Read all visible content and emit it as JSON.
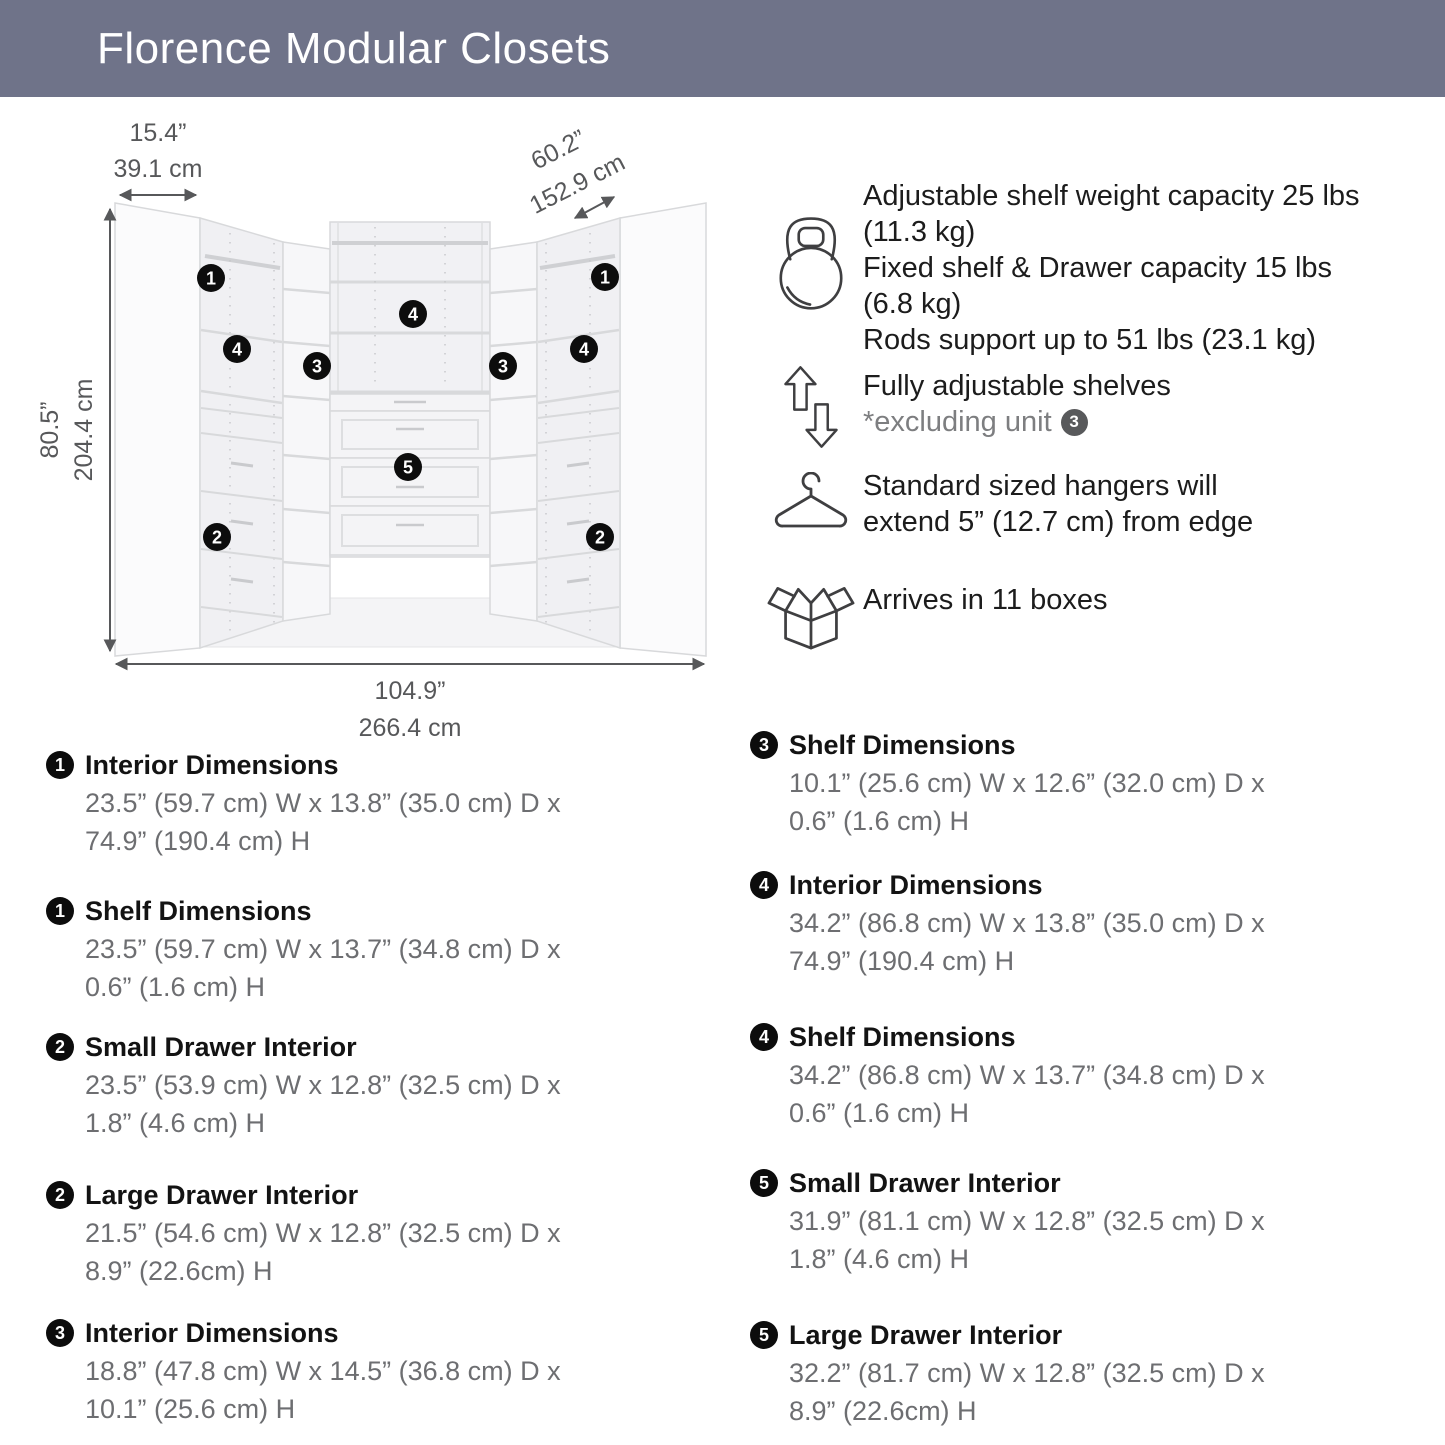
{
  "header": {
    "title": "Florence Modular Closets"
  },
  "diagram": {
    "dims": {
      "top_left_in": "15.4”",
      "top_left_cm": "39.1 cm",
      "top_right_in": "60.2”",
      "top_right_cm": "152.9 cm",
      "left_in": "80.5”",
      "left_cm": "204.4 cm",
      "bottom_in": "104.9”",
      "bottom_cm": "266.4 cm"
    },
    "callouts": {
      "one": "1",
      "two": "2",
      "three": "3",
      "four": "4",
      "five": "5"
    }
  },
  "features": [
    {
      "icon": "kettlebell-icon",
      "line1": "Adjustable shelf weight capacity 25 lbs (11.3 kg)",
      "line2": "Fixed shelf & Drawer capacity 15 lbs (6.8 kg)",
      "line3": "Rods support up to 51 lbs (23.1 kg)"
    },
    {
      "icon": "adjustable-shelves-icon",
      "line1": "Fully adjustable shelves",
      "note": "*excluding unit",
      "note_badge": "3"
    },
    {
      "icon": "hanger-icon",
      "line1": "Standard sized hangers will extend 5” (12.7 cm) from edge"
    },
    {
      "icon": "shipping-box-icon",
      "line1": "Arrives in 11 boxes"
    }
  ],
  "specs": {
    "left": [
      {
        "badge": "1",
        "title": "Interior Dimensions",
        "line1": "23.5” (59.7 cm) W x 13.8” (35.0 cm) D x",
        "line2": "74.9” (190.4 cm) H"
      },
      {
        "badge": "1",
        "title": "Shelf Dimensions",
        "line1": "23.5” (59.7 cm) W x 13.7” (34.8 cm) D x",
        "line2": "0.6” (1.6 cm) H"
      },
      {
        "badge": "2",
        "title": "Small Drawer Interior",
        "line1": "23.5” (53.9 cm) W x 12.8” (32.5 cm) D x",
        "line2": "1.8” (4.6 cm) H"
      },
      {
        "badge": "2",
        "title": "Large Drawer Interior",
        "line1": "21.5” (54.6 cm) W x 12.8” (32.5 cm) D x",
        "line2": "8.9” (22.6cm) H"
      },
      {
        "badge": "3",
        "title": "Interior Dimensions",
        "line1": "18.8” (47.8 cm) W x 14.5” (36.8 cm) D x",
        "line2": "10.1” (25.6 cm) H"
      }
    ],
    "right": [
      {
        "badge": "3",
        "title": "Shelf Dimensions",
        "line1": "10.1” (25.6 cm) W x 12.6” (32.0 cm) D x",
        "line2": "0.6” (1.6 cm) H"
      },
      {
        "badge": "4",
        "title": "Interior Dimensions",
        "line1": "34.2” (86.8 cm) W x 13.8” (35.0 cm) D x",
        "line2": "74.9” (190.4 cm) H"
      },
      {
        "badge": "4",
        "title": "Shelf Dimensions",
        "line1": "34.2” (86.8 cm) W x 13.7” (34.8 cm) D x",
        "line2": "0.6” (1.6 cm) H"
      },
      {
        "badge": "5",
        "title": "Small Drawer Interior",
        "line1": "31.9” (81.1 cm) W x 12.8” (32.5 cm) D x",
        "line2": "1.8” (4.6 cm) H"
      },
      {
        "badge": "5",
        "title": "Large Drawer Interior",
        "line1": "32.2” (81.7 cm) W x 12.8” (32.5 cm) D x",
        "line2": "8.9” (22.6cm) H"
      }
    ]
  },
  "colors": {
    "header_bg": "#6f7389",
    "text_dark": "#1c1c1c",
    "text_gray": "#6d6e71",
    "dim_gray": "#57585a"
  }
}
